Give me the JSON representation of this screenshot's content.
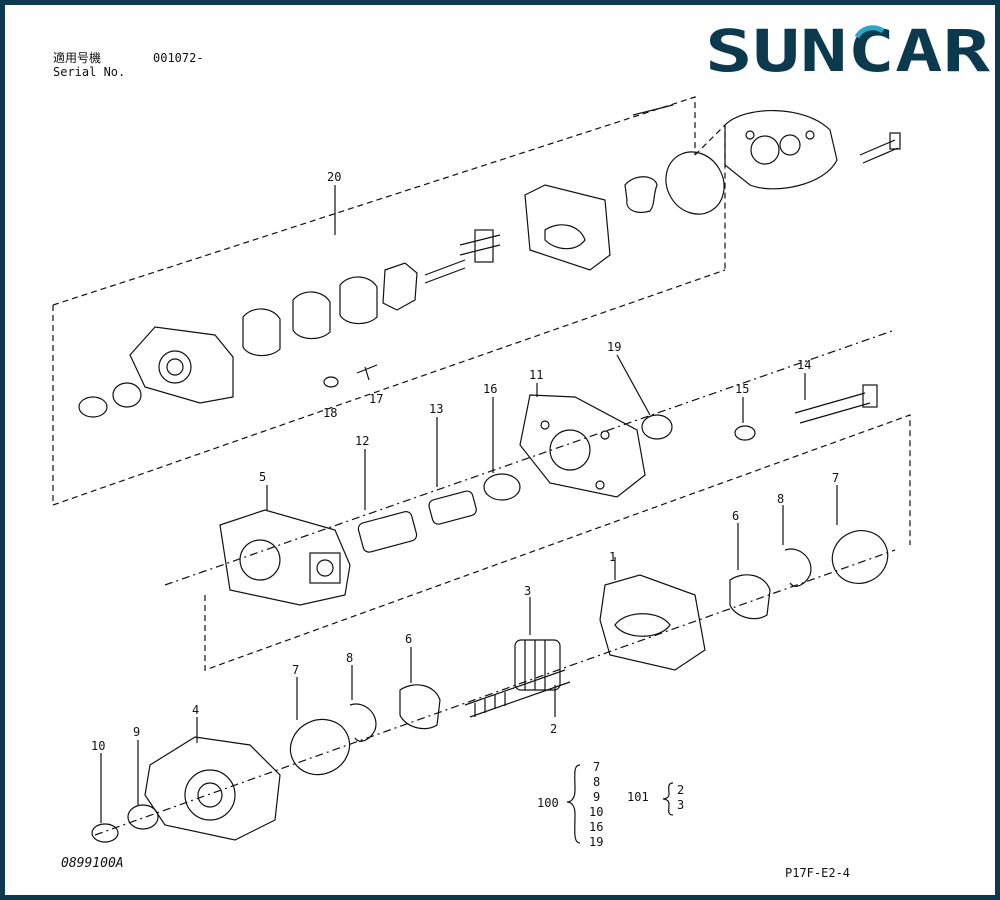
{
  "header": {
    "serial_label_jp": "適用号機",
    "serial_value": "001072-",
    "serial_label_en": "Serial No."
  },
  "logo": {
    "text": "SUNCAR",
    "color": "#0b3a4e",
    "accent": "#2aa6c9"
  },
  "callouts": {
    "n1": "1",
    "n2": "2",
    "n3": "3",
    "n4": "4",
    "n5": "5",
    "n6a": "6",
    "n6b": "6",
    "n7a": "7",
    "n7b": "7",
    "n8a": "8",
    "n8b": "8",
    "n9": "9",
    "n10": "10",
    "n11": "11",
    "n12": "12",
    "n13": "13",
    "n14": "14",
    "n15": "15",
    "n16": "16",
    "n17": "17",
    "n18": "18",
    "n19": "19",
    "n20": "20"
  },
  "kit_100": {
    "label": "100",
    "items": [
      "7",
      "8",
      "9",
      "10",
      "16",
      "19"
    ]
  },
  "kit_101": {
    "label": "101",
    "items": [
      "2",
      "3"
    ]
  },
  "footer": {
    "drawing_code": "0899100A",
    "page_ref": "P17F-E2-4"
  },
  "colors": {
    "line": "#111111",
    "border": "#0b3a4e"
  }
}
